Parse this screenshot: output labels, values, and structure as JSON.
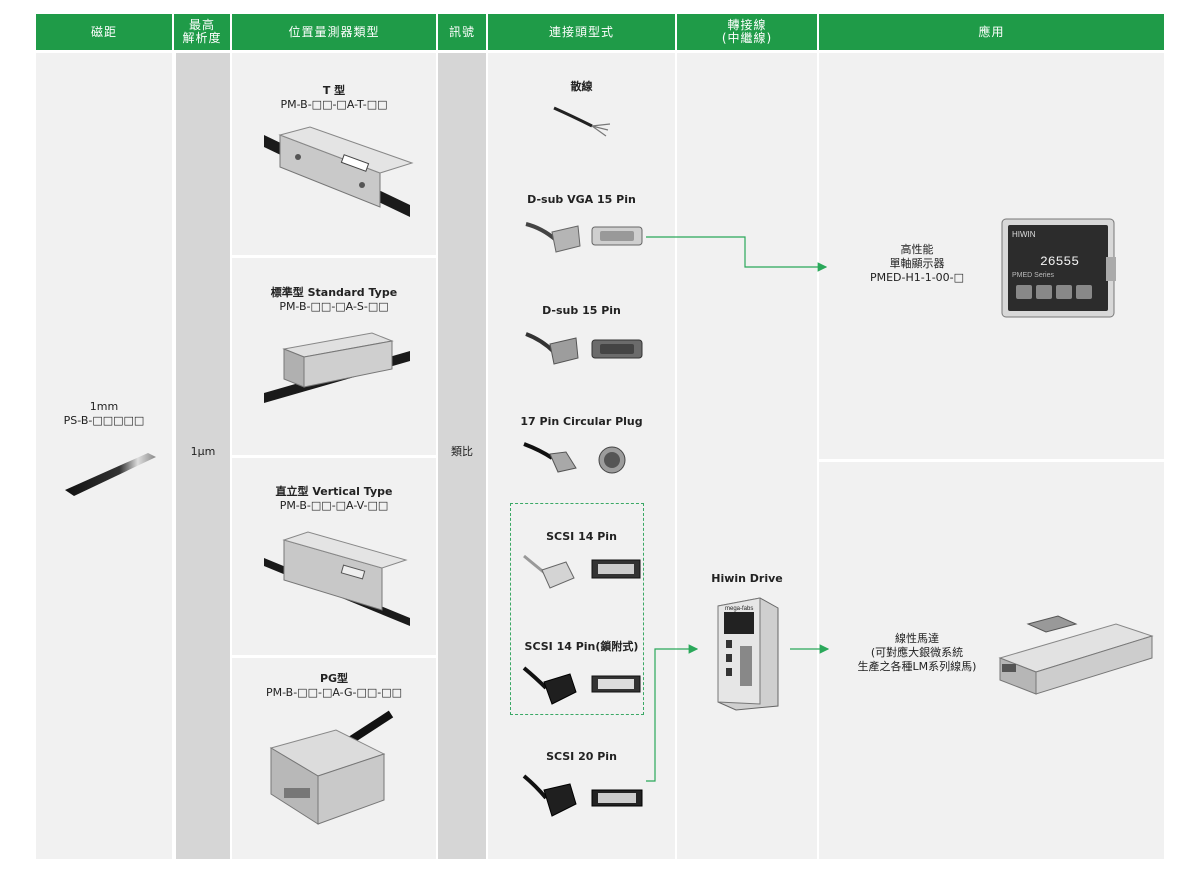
{
  "header": {
    "magnetic_pitch": "磁距",
    "max_resolution": "最高\n解析度",
    "sensor_type": "位置量測器類型",
    "signal": "訊號",
    "connector_type": "連接頭型式",
    "adapter_cable": "轉接線\n(中繼線)",
    "application": "應用"
  },
  "scale": {
    "pitch": "1mm",
    "model": "PS-B-□□□□□"
  },
  "resolution": "1µm",
  "signal": "類比",
  "sensors": [
    {
      "name": "T 型",
      "model": "PM-B-□□-□A-T-□□"
    },
    {
      "name": "標準型 Standard Type",
      "model": "PM-B-□□-□A-S-□□"
    },
    {
      "name": "直立型 Vertical Type",
      "model": "PM-B-□□-□A-V-□□"
    },
    {
      "name": "PG型",
      "model": "PM-B-□□-□A-G-□□-□□"
    }
  ],
  "connectors": [
    {
      "label": "散線"
    },
    {
      "label": "D-sub VGA 15 Pin"
    },
    {
      "label": "D-sub 15 Pin"
    },
    {
      "label": "17 Pin Circular Plug"
    },
    {
      "label": "SCSI 14 Pin"
    },
    {
      "label": "SCSI 14 Pin(鎖附式)"
    },
    {
      "label": "SCSI 20 Pin"
    }
  ],
  "drive": {
    "label": "Hiwin Drive",
    "brand": "mega-fabs"
  },
  "applications": {
    "display": {
      "line1": "高性能",
      "line2": "單軸顯示器",
      "model": "PMED-H1-1-00-□"
    },
    "motor": {
      "line1": "線性馬達",
      "line2": "(可對應大銀微系統",
      "line3": "生產之各種LM系列線馬)"
    }
  },
  "display_panel": {
    "brand": "HIWIN",
    "reading": "26555",
    "series": "PMED Series"
  },
  "colors": {
    "header_green": "#1f9b48",
    "arrow_green": "#2aa85a",
    "light_gray": "#f1f1f1",
    "dark_gray": "#d6d6d6"
  }
}
